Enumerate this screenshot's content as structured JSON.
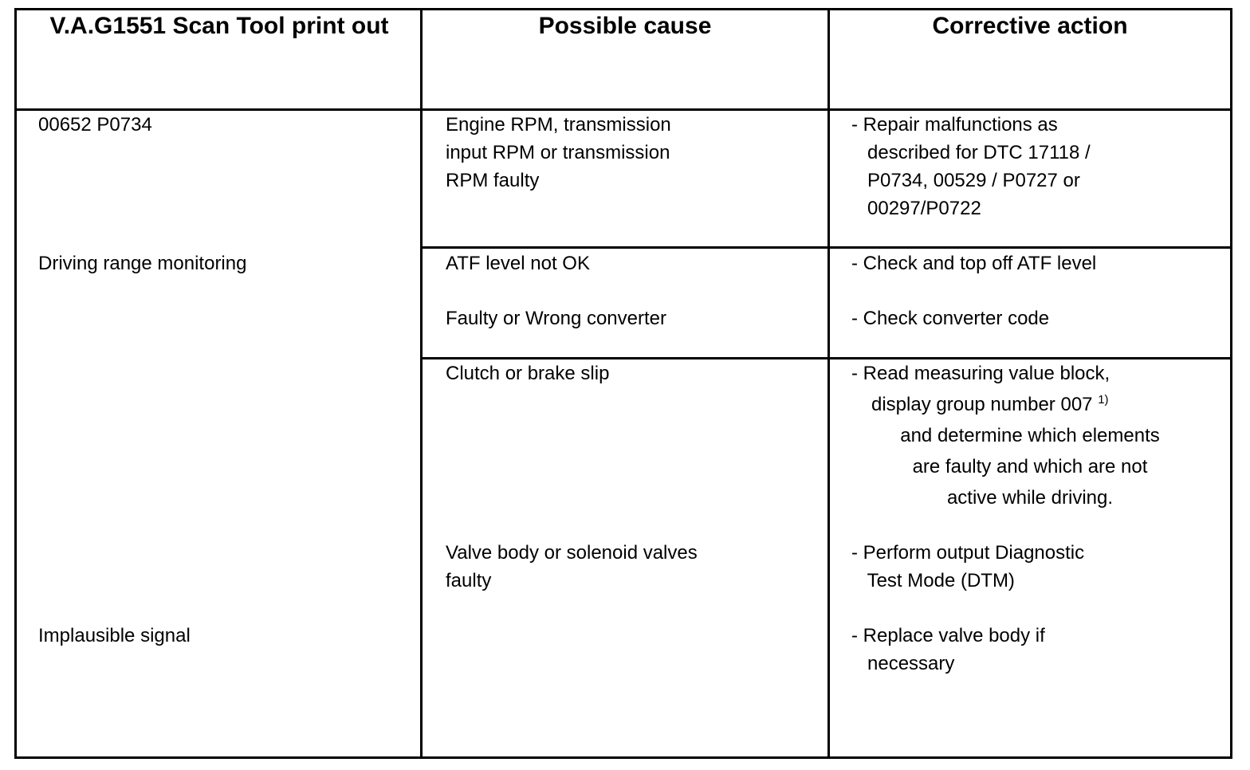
{
  "table": {
    "headers": {
      "col1": "V.A.G1551 Scan Tool print out",
      "col2": "Possible cause",
      "col3": "Corrective action"
    },
    "col1": {
      "code": "00652 P0734",
      "driving_range": "Driving range monitoring",
      "implausible": "Implausible signal"
    },
    "row1": {
      "cause": "Engine RPM, transmission\ninput RPM or transmission\nRPM faulty",
      "action": "- Repair malfunctions as\n   described for DTC 17118 /\n   P0734, 00529 / P0727 or\n   00297/P0722"
    },
    "row2": {
      "cause1": "ATF level not OK",
      "action1": "- Check and top off ATF level",
      "cause2": "Faulty or Wrong converter",
      "action2": "- Check converter code"
    },
    "row3": {
      "cause1": "Clutch or brake slip",
      "action1_line1": "- Read measuring value block,",
      "action1_line2": "display group number 007",
      "action1_sup": "1)",
      "action1_line3": "and determine which elements",
      "action1_line4": "are faulty and which are not",
      "action1_line5": "active while driving.",
      "cause2": "Valve body or solenoid valves\nfaulty",
      "action2": "- Perform output Diagnostic\n   Test Mode (DTM)",
      "action3": "- Replace valve body if\n   necessary"
    }
  }
}
